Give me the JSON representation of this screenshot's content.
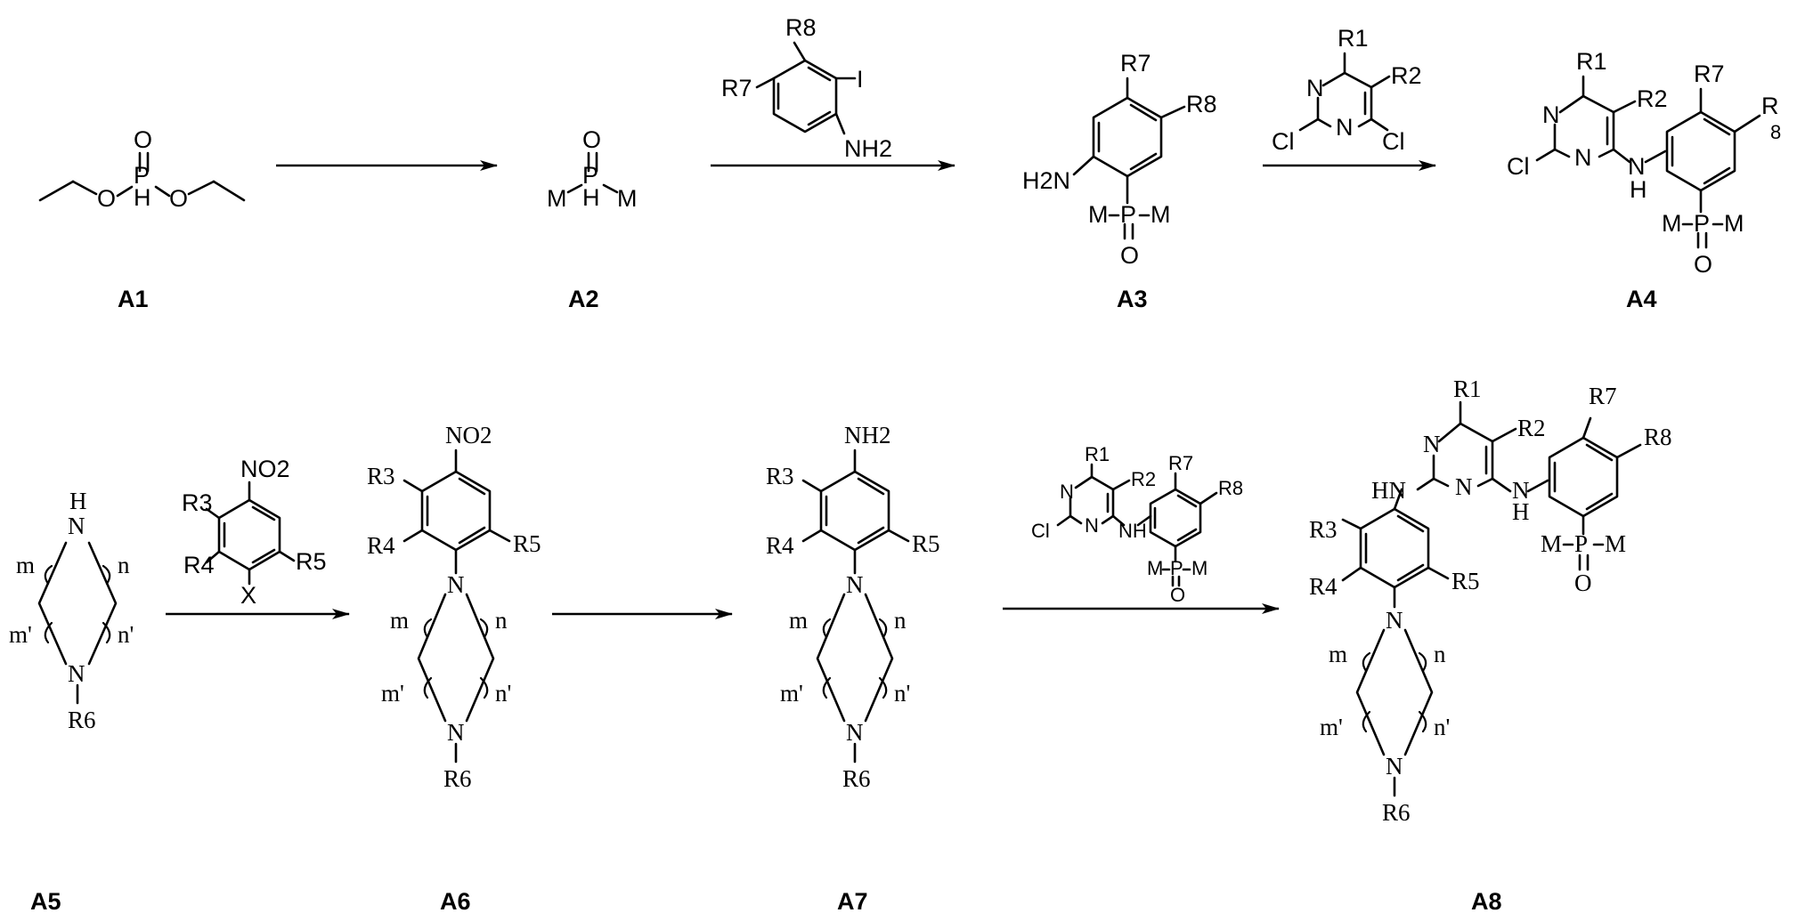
{
  "compounds": {
    "A1": {
      "label": "A1",
      "P": "P",
      "H": "H",
      "O": "O"
    },
    "A2": {
      "label": "A2",
      "P": "P",
      "H": "H",
      "O": "O",
      "M": "M"
    },
    "A3": {
      "label": "A3",
      "M": "M",
      "P": "P",
      "O": "O",
      "H2N": "H2N",
      "R7": "R7",
      "R8": "R8"
    },
    "A4": {
      "label": "A4",
      "Cl": "Cl",
      "N": "N",
      "H": "H",
      "M": "M",
      "P": "P",
      "O": "O",
      "R1": "R1",
      "R2": "R2",
      "R7": "R7",
      "R8": "R",
      "R8sub": "8"
    },
    "A5": {
      "label": "A5",
      "N": "N",
      "H": "H",
      "m": "m",
      "n": "n",
      "m2": "m'",
      "n2": "n'",
      "R6": "R6"
    },
    "A6": {
      "label": "A6",
      "NO2": "NO2",
      "R3": "R3",
      "R4": "R4",
      "R5": "R5",
      "N": "N",
      "m": "m",
      "n": "n",
      "m2": "m'",
      "n2": "n'",
      "R6": "R6"
    },
    "A7": {
      "label": "A7",
      "NH2": "NH2",
      "R3": "R3",
      "R4": "R4",
      "R5": "R5",
      "N": "N",
      "m": "m",
      "n": "n",
      "m2": "m'",
      "n2": "n'",
      "R6": "R6"
    },
    "A8": {
      "label": "A8",
      "HN": "HN",
      "NH": "N",
      "H": "H",
      "N": "N",
      "M": "M",
      "P": "P",
      "O": "O",
      "R1": "R1",
      "R2": "R2",
      "R3": "R3",
      "R4": "R4",
      "R5": "R5",
      "R6": "R6",
      "R7": "R7",
      "R8": "R8",
      "m": "m",
      "n": "n",
      "m2": "m'",
      "n2": "n'"
    }
  },
  "reagents": {
    "r2": {
      "I": "I",
      "NH2": "NH2",
      "R7": "R7",
      "R8": "R8"
    },
    "r3": {
      "Cl": "Cl",
      "N": "N",
      "R1": "R1",
      "R2": "R2"
    },
    "r4": {
      "NO2": "NO2",
      "R3": "R3",
      "R4": "R4",
      "R5": "R5",
      "X": "X"
    },
    "r6": {
      "Cl": "Cl",
      "N": "N",
      "NH": "NH",
      "M": "M",
      "P": "P",
      "O": "O",
      "R1": "R1",
      "R2": "R2",
      "R7": "R7",
      "R8": "R8"
    }
  }
}
